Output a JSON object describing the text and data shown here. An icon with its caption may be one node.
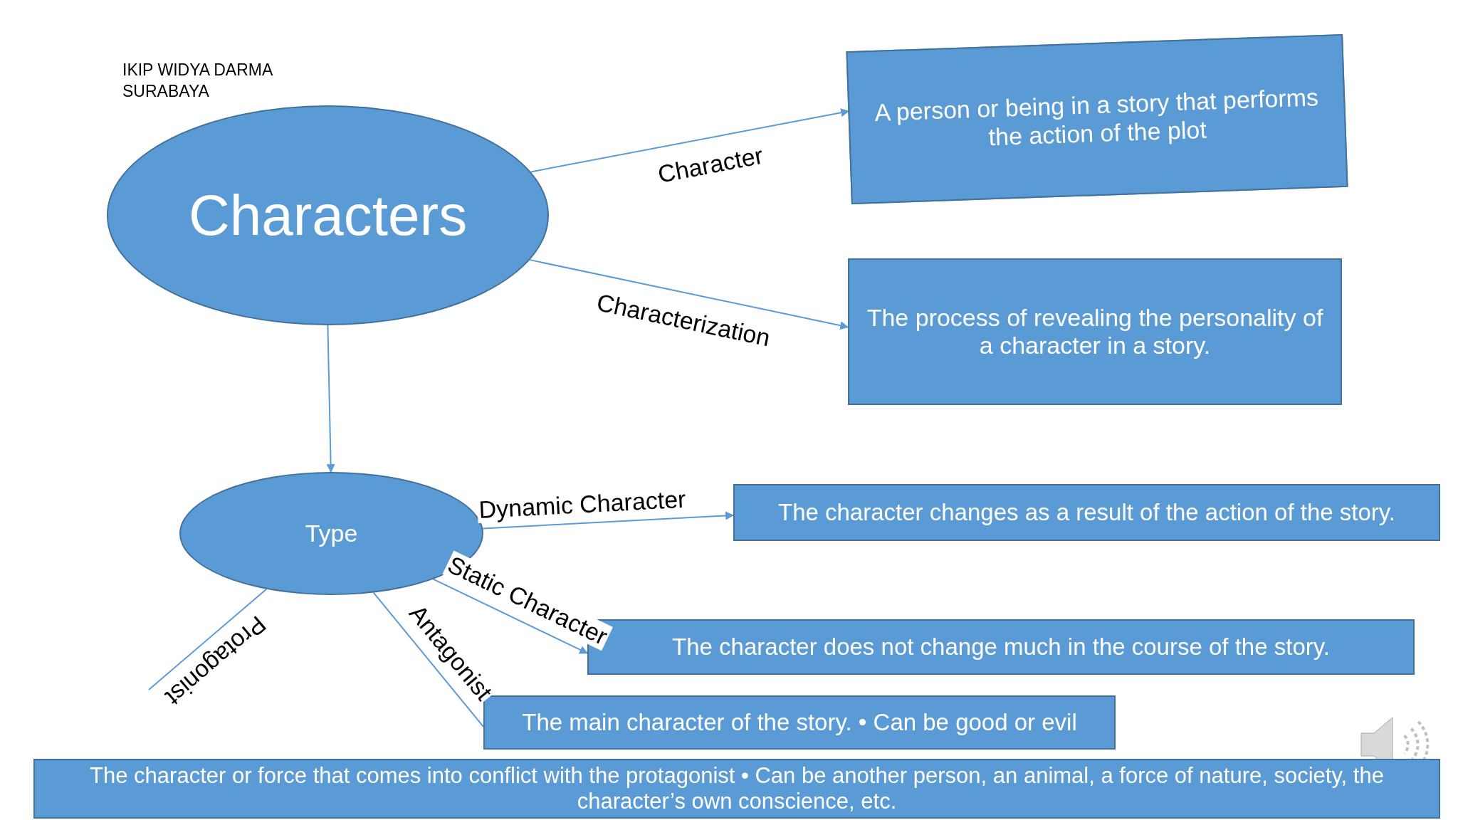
{
  "diagram": {
    "nodes": [
      {
        "text": [
          "Characters"
        ]
      },
      {
        "text": [
          "A person or being in a story that performs the action of the plot"
        ]
      },
      {
        "text": [
          "The process of revealing the personality of a character in a story."
        ]
      },
      {
        "text": [
          "Type"
        ]
      },
      {
        "text": [
          "The character changes as a result of the action of the story."
        ]
      },
      {
        "text": [
          "The character does not change much in the course of the story."
        ]
      },
      {
        "text": [
          "The main character of the story. • Can be good or evil"
        ]
      },
      {
        "text": [
          "The character or force that comes into conflict with the protagonist • Can be another person, an animal, a force of nature, society, the character’s own conscience, etc."
        ]
      }
    ],
    "edges": [
      {
        "from": 0,
        "to": 1,
        "arrow": "to",
        "label": "Character"
      },
      {
        "from": 0,
        "to": 2,
        "arrow": "to",
        "label": "Characterization"
      },
      {
        "from": 0,
        "to": 3,
        "arrow": "to"
      },
      {
        "from": 3,
        "to": 4,
        "arrow": "to",
        "label": "Dynamic Character"
      },
      {
        "from": 3,
        "to": 5,
        "arrow": "to",
        "label": "Static Character"
      },
      {
        "from": 3,
        "to": 6,
        "arrow": "none",
        "label": "Antagonist"
      },
      {
        "from": 3,
        "to": null,
        "arrow": "none",
        "label": "Protagonist"
      }
    ],
    "labels": [
      "IKIP WIDYA DARMA SURABAYA"
    ]
  }
}
